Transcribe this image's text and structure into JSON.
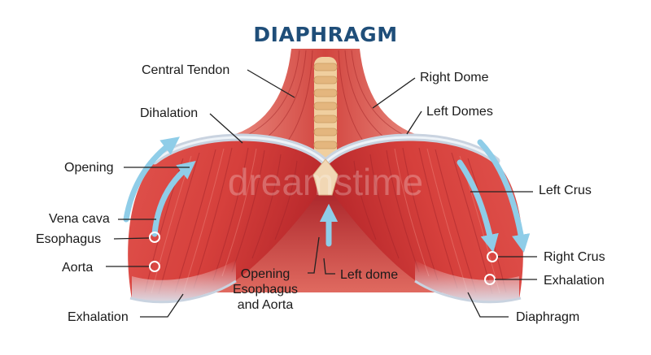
{
  "title": "DIAPHRAGM",
  "colors": {
    "title": "#1f4e79",
    "muscle_light": "#e8655c",
    "muscle_dark": "#b6252a",
    "tendon": "#c9d3e0",
    "arrow": "#8fcde8",
    "leader": "#222222"
  },
  "labels": {
    "central_tendon": "Central Tendon",
    "right_dome": "Right Dome",
    "dihalation": "Dihalation",
    "left_domes": "Left Domes",
    "opening": "Opening",
    "left_crus": "Left Crus",
    "vena_cava": "Vena cava",
    "esophagus": "Esophagus",
    "aorta": "Aorta",
    "right_crus": "Right Crus",
    "exhalation_right": "Exhalation",
    "opening_esophagus_1": "Opening",
    "opening_esophagus_2": "Esophagus",
    "opening_esophagus_3": "and Aorta",
    "left_dome": "Left dome",
    "exhalation_left": "Exhalation",
    "diaphragm": "Diaphragm"
  },
  "watermark": "dreamstime"
}
